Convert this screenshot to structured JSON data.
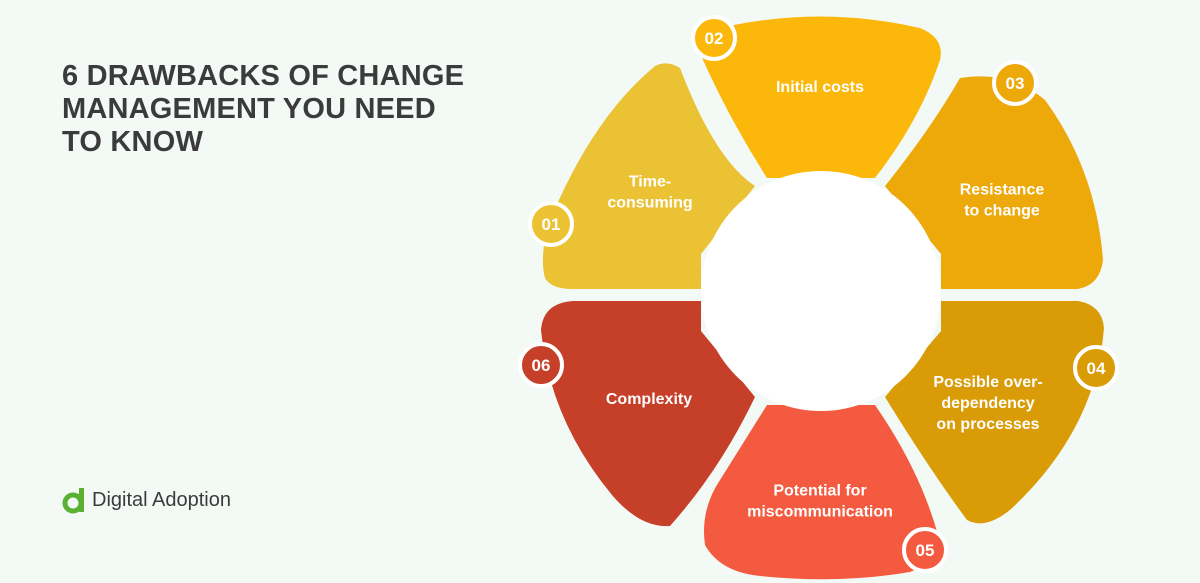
{
  "header": {
    "title_lines": [
      "6 DRAWBACKS OF CHANGE",
      "MANAGEMENT YOU NEED",
      "TO KNOW"
    ]
  },
  "brand": {
    "name": "Digital Adoption",
    "logo_icon": "digital-adoption-logo-icon"
  },
  "wheel": {
    "segments": [
      {
        "number": "01",
        "label_lines": [
          "Time-",
          "consuming"
        ],
        "color": "#ebc233"
      },
      {
        "number": "02",
        "label_lines": [
          "Initial costs"
        ],
        "color": "#fbb80a"
      },
      {
        "number": "03",
        "label_lines": [
          "Resistance",
          "to change"
        ],
        "color": "#eda809"
      },
      {
        "number": "04",
        "label_lines": [
          "Possible over-",
          "dependency",
          "on processes"
        ],
        "color": "#d99b06"
      },
      {
        "number": "05",
        "label_lines": [
          "Potential for",
          "miscommunication"
        ],
        "color": "#f45a3f"
      },
      {
        "number": "06",
        "label_lines": [
          "Complexity"
        ],
        "color": "#c63f29"
      }
    ]
  },
  "colors": {
    "background": "#f3faf6",
    "title_text": "#3b3b3b",
    "logo_green": "#5ab031",
    "center_circle": "#ffffff"
  }
}
